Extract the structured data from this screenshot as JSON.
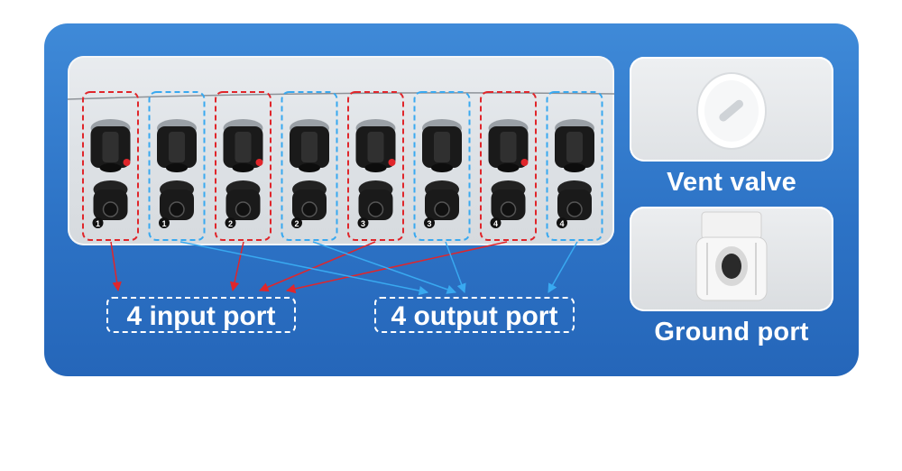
{
  "labels": {
    "input_port": "4 input port",
    "output_port": "4 output port",
    "vent_valve": "Vent valve",
    "ground_port": "Ground port"
  },
  "connectors": [
    {
      "group": "input",
      "marker": "1"
    },
    {
      "group": "output",
      "marker": "1"
    },
    {
      "group": "input",
      "marker": "2"
    },
    {
      "group": "output",
      "marker": "2"
    },
    {
      "group": "input",
      "marker": "3"
    },
    {
      "group": "output",
      "marker": "3"
    },
    {
      "group": "input",
      "marker": "4"
    },
    {
      "group": "output",
      "marker": "4"
    }
  ],
  "colors": {
    "panel": "#2f78c9",
    "input_highlight": "#e0262b",
    "output_highlight": "#39a9f0",
    "connector_body": "#1a1a1a"
  }
}
